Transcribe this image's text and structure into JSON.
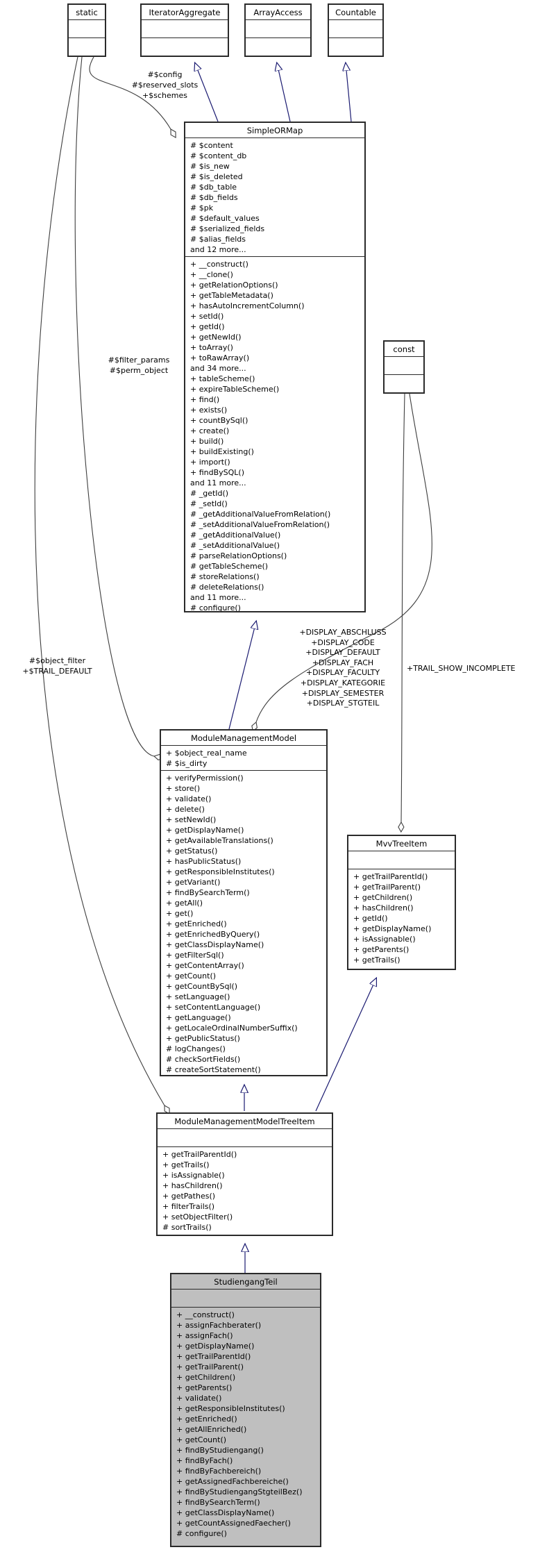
{
  "diagram_title": "StudiengangTeil inheritance and collaboration diagram",
  "colors": {
    "inheritance_edge": "#191970",
    "member_edge": "#3d3d3d",
    "node_border": "#2a2a2a",
    "highlight_fill": "#bfbfbf",
    "node_fill": "#ffffff"
  },
  "classes": {
    "static": {
      "name": "static",
      "attributes": [],
      "methods": []
    },
    "iterator_aggregate": {
      "name": "IteratorAggregate",
      "attributes": [],
      "methods": []
    },
    "array_access": {
      "name": "ArrayAccess",
      "attributes": [],
      "methods": []
    },
    "countable": {
      "name": "Countable",
      "attributes": [],
      "methods": []
    },
    "const": {
      "name": "const",
      "attributes": [],
      "methods": []
    },
    "simple_or_map": {
      "name": "SimpleORMap",
      "attributes": [
        "# $content",
        "# $content_db",
        "# $is_new",
        "# $is_deleted",
        "# $db_table",
        "# $db_fields",
        "# $pk",
        "# $default_values",
        "# $serialized_fields",
        "# $alias_fields",
        "and 12 more..."
      ],
      "methods": [
        "+ __construct()",
        "+ __clone()",
        "+ getRelationOptions()",
        "+ getTableMetadata()",
        "+ hasAutoIncrementColumn()",
        "+ setId()",
        "+ getId()",
        "+ getNewId()",
        "+ toArray()",
        "+ toRawArray()",
        "and 34 more...",
        "+ tableScheme()",
        "+ expireTableScheme()",
        "+ find()",
        "+ exists()",
        "+ countBySql()",
        "+ create()",
        "+ build()",
        "+ buildExisting()",
        "+ import()",
        "+ findBySQL()",
        "and 11 more...",
        "# _getId()",
        "# _setId()",
        "# _getAdditionalValueFromRelation()",
        "# _setAdditionalValueFromRelation()",
        "# _getAdditionalValue()",
        "# _setAdditionalValue()",
        "# parseRelationOptions()",
        "# getTableScheme()",
        "# storeRelations()",
        "# deleteRelations()",
        "and 11 more...",
        "# configure()"
      ]
    },
    "module_management_model": {
      "name": "ModuleManagementModel",
      "attributes": [
        "+ $object_real_name",
        "# $is_dirty"
      ],
      "methods": [
        "+ verifyPermission()",
        "+ store()",
        "+ validate()",
        "+ delete()",
        "+ setNewId()",
        "+ getDisplayName()",
        "+ getAvailableTranslations()",
        "+ getStatus()",
        "+ hasPublicStatus()",
        "+ getResponsibleInstitutes()",
        "+ getVariant()",
        "+ findBySearchTerm()",
        "+ getAll()",
        "+ get()",
        "+ getEnriched()",
        "+ getEnrichedByQuery()",
        "+ getClassDisplayName()",
        "+ getFilterSql()",
        "+ getContentArray()",
        "+ getCount()",
        "+ getCountBySql()",
        "+ setLanguage()",
        "+ setContentLanguage()",
        "+ getLanguage()",
        "+ getLocaleOrdinalNumberSuffix()",
        "+ getPublicStatus()",
        "# logChanges()",
        "# checkSortFields()",
        "# createSortStatement()"
      ]
    },
    "mvv_tree_item": {
      "name": "MvvTreeItem",
      "attributes": [],
      "methods": [
        "+ getTrailParentId()",
        "+ getTrailParent()",
        "+ getChildren()",
        "+ hasChildren()",
        "+ getId()",
        "+ getDisplayName()",
        "+ isAssignable()",
        "+ getParents()",
        "+ getTrails()"
      ]
    },
    "module_management_model_tree_item": {
      "name": "ModuleManagementModelTreeItem",
      "attributes": [],
      "methods": [
        "+ getTrailParentId()",
        "+ getTrails()",
        "+ isAssignable()",
        "+ hasChildren()",
        "+ getPathes()",
        "+ filterTrails()",
        "+ setObjectFilter()",
        "# sortTrails()"
      ]
    },
    "studiengang_teil": {
      "name": "StudiengangTeil",
      "attributes": [],
      "methods": [
        "+ __construct()",
        "+ assignFachberater()",
        "+ assignFach()",
        "+ getDisplayName()",
        "+ getTrailParentId()",
        "+ getTrailParent()",
        "+ getChildren()",
        "+ getParents()",
        "+ validate()",
        "+ getResponsibleInstitutes()",
        "+ getEnriched()",
        "+ getAllEnriched()",
        "+ getCount()",
        "+ findByStudiengang()",
        "+ findByFach()",
        "+ findByFachbereich()",
        "+ getAssignedFachbereiche()",
        "+ findByStudiengangStgteilBez()",
        "+ findBySearchTerm()",
        "+ getClassDisplayName()",
        "+ getCountAssignedFaecher()",
        "# configure()"
      ]
    }
  },
  "edge_labels": {
    "static_to_simpleormap": [
      "#$config",
      "#$reserved_slots",
      "+$schemes"
    ],
    "static_to_modulemanagementmodel": [
      "#$filter_params",
      "#$perm_object"
    ],
    "static_to_treeitem": [
      "#$object_filter",
      "+$TRAIL_DEFAULT"
    ],
    "const_to_modulemanagementmodel": [
      "+DISPLAY_ABSCHLUSS",
      "+DISPLAY_CODE",
      "+DISPLAY_DEFAULT",
      "+DISPLAY_FACH",
      "+DISPLAY_FACULTY",
      "+DISPLAY_KATEGORIE",
      "+DISPLAY_SEMESTER",
      "+DISPLAY_STGTEIL"
    ],
    "const_to_mvvtreeitem": "+TRAIL_SHOW_INCOMPLETE"
  }
}
